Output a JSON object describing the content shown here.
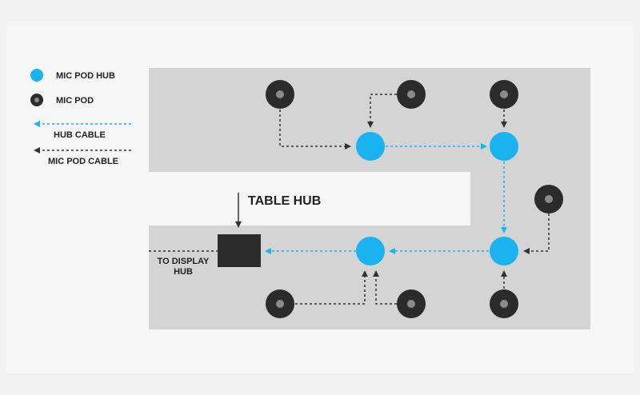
{
  "legend": {
    "hub": "MIC POD HUB",
    "pod": "MIC POD",
    "hub_cable": "HUB CABLE",
    "pod_cable": "MIC POD CABLE"
  },
  "labels": {
    "table_hub": "TABLE HUB",
    "to_display_line1": "TO DISPLAY",
    "to_display_line2": "HUB"
  },
  "colors": {
    "hub": "#1ab3f0",
    "pod_ring": "#2b2b2b",
    "pod_center": "#8a8a8a",
    "table": "#d4d4d4",
    "table_hub": "#2b2b2b",
    "mic_pod_cable": "#333333"
  }
}
